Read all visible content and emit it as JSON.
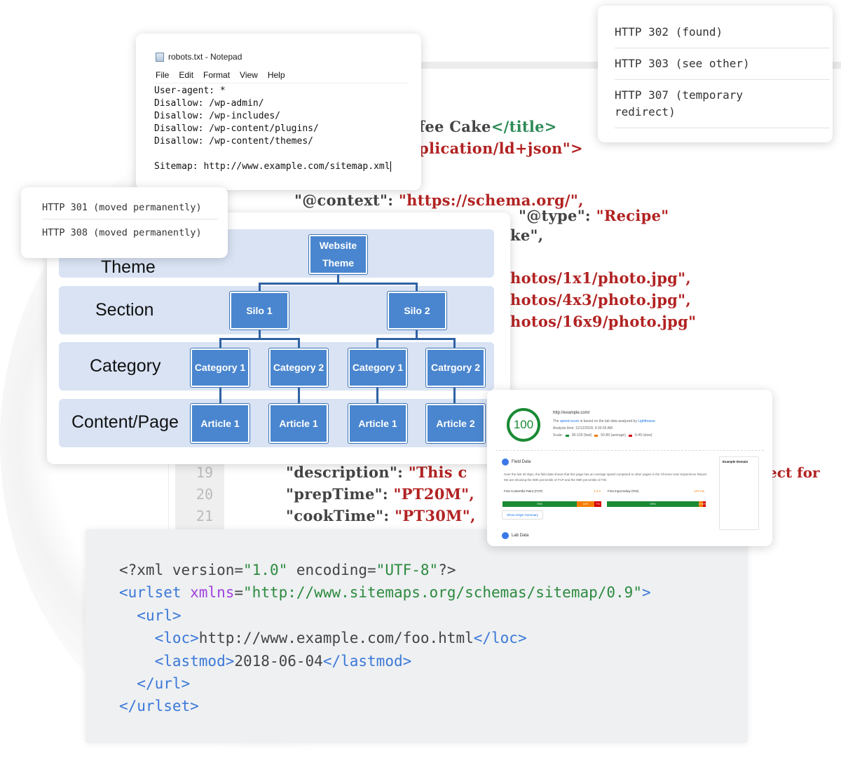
{
  "background_code": {
    "lines": [
      {
        "pre": "fee Cake",
        "tag": "</title>"
      },
      {
        "str": "plication/ld+json\">"
      },
      {
        "key": "\"@context\": ",
        "str": "\"https://schema.org/\","
      },
      {
        "key": "\"@type\": ",
        "str": "\"Recipe\""
      },
      {
        "str": "ke\","
      },
      {
        "str": "hotos/1x1/photo.jpg\","
      },
      {
        "str": "hotos/4x3/photo.jpg\","
      },
      {
        "str": "hotos/16x9/photo.jpg\""
      },
      {
        "num": "19",
        "key": "\"description\": ",
        "str": "\"This c"
      },
      {
        "num": "20",
        "key": "\"prepTime\": ",
        "str": "\"PT20M\","
      },
      {
        "num": "21",
        "key": "\"cookTime\": ",
        "str": "\"PT30M\","
      }
    ],
    "right_fragment": "ect for"
  },
  "notepad": {
    "title": "robots.txt - Notepad",
    "menu": [
      "File",
      "Edit",
      "Format",
      "View",
      "Help"
    ],
    "content": "User-agent: *\nDisallow: /wp-admin/\nDisallow: /wp-includes/\nDisallow: /wp-content/plugins/\nDisallow: /wp-content/themes/\n\nSitemap: http://www.example.com/sitemap.xml"
  },
  "redirects_right": [
    "HTTP 302 (found)",
    "HTTP 303 (see other)",
    "HTTP 307 (temporary\nredirect)"
  ],
  "redirects_left": [
    "HTTP 301 (moved permanently)",
    "HTTP 308 (moved permanently)"
  ],
  "hierarchy": {
    "rows": [
      "Theme",
      "Section",
      "Category",
      "Content/Page"
    ],
    "root": "Website Theme",
    "silos": [
      "Silo 1",
      "Silo 2"
    ],
    "categories": [
      "Category 1",
      "Category 2",
      "Category 1",
      "Catrgory 2"
    ],
    "articles": [
      "Article 1",
      "Article 1",
      "Article 1",
      "Article 2"
    ],
    "colors": {
      "box": "#4a86cf",
      "band": "#d9e3f4"
    }
  },
  "pagespeed": {
    "score": "100",
    "url": "http://example.com/",
    "desc_pre": "The ",
    "desc_link": "speed score",
    "desc_mid": " is based on the lab data analyzed by ",
    "desc_link2": "Lighthouse",
    "analysis_time": "Analysis time: 11/12/2018, 9:33:35 AM",
    "scale": [
      "Scale:",
      "90-100 (fast)",
      "50-89 (average)",
      "0-49 (slow)"
    ],
    "field_title": "Field Data",
    "field_desc": "Over the last 30 days, the field data shows that this page has an Average speed compared to other pages in the Chrome User Experience Report. We are showing the 90th percentile of FCP and the 95th percentile of FID.",
    "fcp": {
      "label": "First Contentful Paint (FCP)",
      "value": "1.4 s",
      "bars": [
        75,
        18,
        7
      ],
      "bar_labels": [
        "75%",
        "18%",
        "7%"
      ]
    },
    "fid": {
      "label": "First Input Delay (FID)",
      "value": "147 ms",
      "bars": [
        93,
        4,
        3
      ],
      "bar_labels": [
        "93%",
        "4%",
        "3%"
      ]
    },
    "origin_btn": "Show Origin Summary",
    "lab_title": "Lab Data",
    "thumb_title": "Example Domain"
  },
  "sitemap": [
    [
      [
        "p",
        "<?xml version="
      ],
      [
        "s",
        "\"1.0\""
      ],
      [
        "p",
        " encoding="
      ],
      [
        "s",
        "\"UTF-8\""
      ],
      [
        "p",
        "?>"
      ]
    ],
    [
      [
        "t",
        "<urlset "
      ],
      [
        "a",
        "xmlns"
      ],
      [
        "p",
        "="
      ],
      [
        "s",
        "\"http://www.sitemaps.org/schemas/sitemap/0.9\""
      ],
      [
        "t",
        ">"
      ]
    ],
    [
      [
        "p",
        "  "
      ],
      [
        "t",
        "<url>"
      ]
    ],
    [
      [
        "p",
        "    "
      ],
      [
        "t",
        "<loc>"
      ],
      [
        "p",
        "http://www.example.com/foo.html"
      ],
      [
        "t",
        "</loc>"
      ]
    ],
    [
      [
        "p",
        "    "
      ],
      [
        "t",
        "<lastmod>"
      ],
      [
        "p",
        "2018-06-04"
      ],
      [
        "t",
        "</lastmod>"
      ]
    ],
    [
      [
        "p",
        "  "
      ],
      [
        "t",
        "</url>"
      ]
    ],
    [
      [
        "t",
        "</urlset>"
      ]
    ]
  ]
}
